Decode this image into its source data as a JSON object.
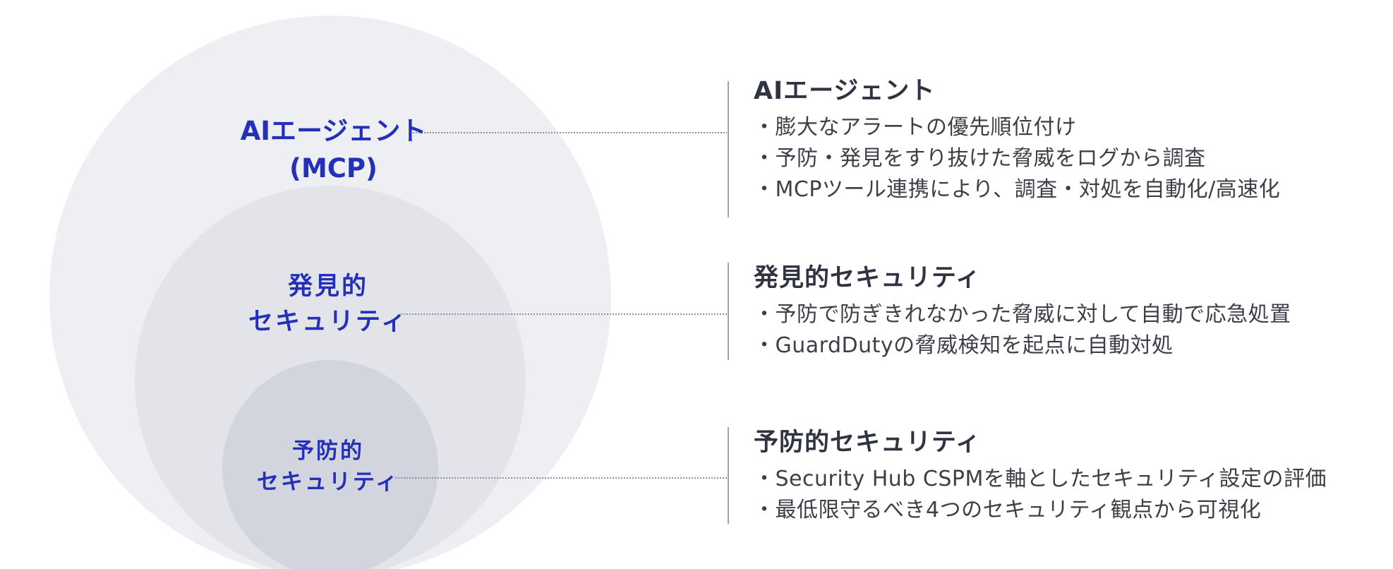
{
  "circles": {
    "outer_label": [
      "AIエージェント",
      "(MCP)"
    ],
    "middle_label": [
      "発見的",
      "セキュリティ"
    ],
    "inner_label": [
      "予防的",
      "セキュリティ"
    ]
  },
  "sections": [
    {
      "title": "AIエージェント",
      "items": [
        "・膨大なアラートの優先順位付け",
        "・予防・発見をすり抜けた脅威をログから調査",
        "・MCPツール連携により、調査・対処を自動化/高速化"
      ]
    },
    {
      "title": "発見的セキュリティ",
      "items": [
        "・予防で防ぎきれなかった脅威に対して自動で応急処置",
        "・GuardDutyの脅威検知を起点に自動対処"
      ]
    },
    {
      "title": "予防的セキュリティ",
      "items": [
        "・Security Hub CSPMを軸としたセキュリティ設定の評価",
        "・最低限守るべき4つのセキュリティ観点から可視化"
      ]
    }
  ],
  "colors": {
    "label": "#2530b8",
    "heading": "#303442",
    "body_text": "#3c3f48",
    "outer_circle": "#eeeff3",
    "middle_circle": "#e3e4ea",
    "inner_circle": "#d3d5de",
    "connector": "#8c8fa6",
    "divider": "#9fa3b3"
  }
}
